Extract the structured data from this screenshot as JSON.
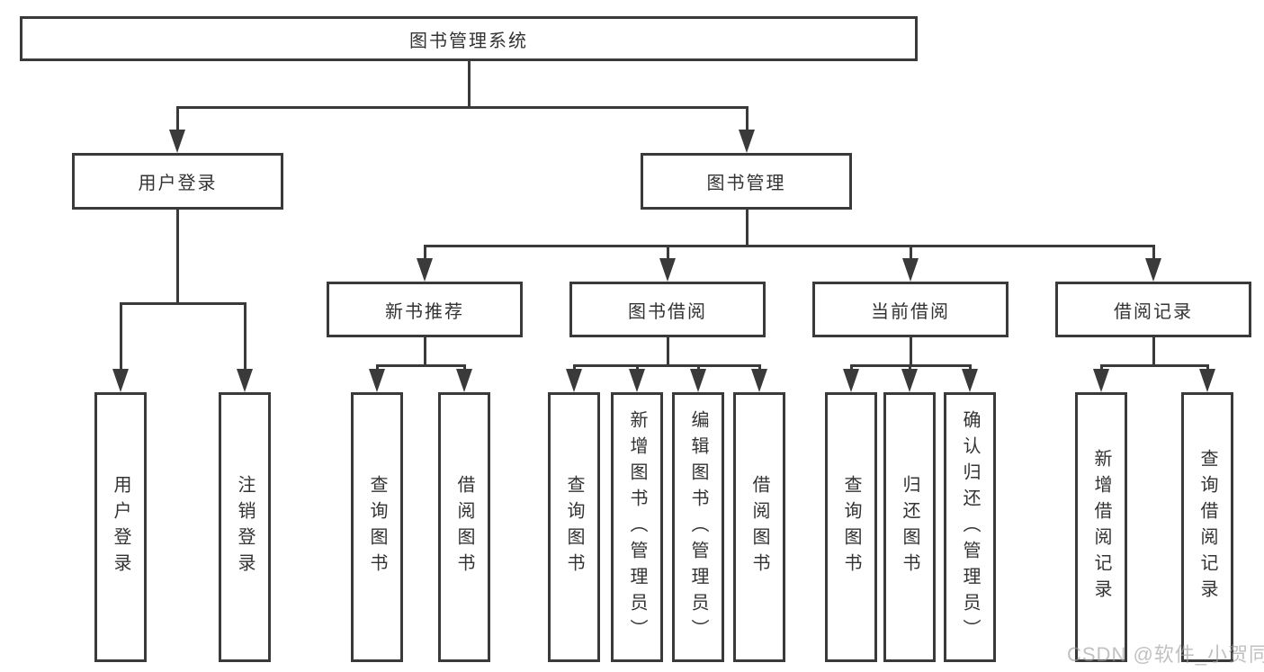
{
  "boxes": {
    "root": "图书管理系统",
    "l2": [
      "用户登录",
      "图书管理"
    ],
    "l3": [
      "新书推荐",
      "图书借阅",
      "当前借阅",
      "借阅记录"
    ],
    "leafGroups": [
      [
        "用户登录",
        "注销登录"
      ],
      [
        "查询图书",
        "借阅图书"
      ],
      [
        "查询图书",
        "新增图书（管理员）",
        "编辑图书（管理员）",
        "借阅图书"
      ],
      [
        "查询图书",
        "归还图书",
        "确认归还（管理员）"
      ],
      [
        "新增借阅记录",
        "查询借阅记录"
      ]
    ]
  },
  "watermark": "CSDN @软件_小贺同学",
  "colors": {
    "box_border": "#3a3a3a",
    "connector_line": "#3a3a3a",
    "text": "#333333",
    "watermark": "#9b9b9b",
    "background": "#ffffff"
  }
}
